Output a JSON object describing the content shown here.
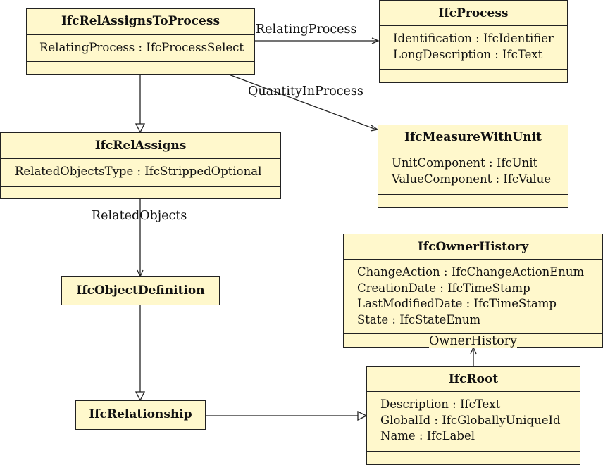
{
  "classes": {
    "rel_assigns_to_process": {
      "name": "IfcRelAssignsToProcess",
      "attributes": [
        "RelatingProcess : IfcProcessSelect"
      ]
    },
    "process": {
      "name": "IfcProcess",
      "attributes": [
        "Identification : IfcIdentifier",
        "LongDescription : IfcText"
      ]
    },
    "measure_with_unit": {
      "name": "IfcMeasureWithUnit",
      "attributes": [
        "UnitComponent : IfcUnit",
        "ValueComponent : IfcValue"
      ]
    },
    "rel_assigns": {
      "name": "IfcRelAssigns",
      "attributes": [
        "RelatedObjectsType : IfcStrippedOptional"
      ]
    },
    "owner_history": {
      "name": "IfcOwnerHistory",
      "attributes": [
        "ChangeAction : IfcChangeActionEnum",
        "CreationDate : IfcTimeStamp",
        "LastModifiedDate : IfcTimeStamp",
        "State : IfcStateEnum"
      ]
    },
    "object_definition": {
      "name": "IfcObjectDefinition"
    },
    "relationship": {
      "name": "IfcRelationship"
    },
    "root": {
      "name": "IfcRoot",
      "attributes": [
        "Description : IfcText",
        "GlobalId : IfcGloballyUniqueId",
        "Name : IfcLabel"
      ]
    }
  },
  "connections": {
    "relating_process": {
      "label": "RelatingProcess",
      "from": "IfcRelAssignsToProcess",
      "to": "IfcProcess",
      "kind": "association"
    },
    "quantity_in_process": {
      "label": "QuantityInProcess",
      "from": "IfcRelAssignsToProcess",
      "to": "IfcMeasureWithUnit",
      "kind": "association"
    },
    "related_objects": {
      "label": "RelatedObjects",
      "from": "IfcRelAssigns",
      "to": "IfcObjectDefinition",
      "kind": "association"
    },
    "owner_history": {
      "label": "OwnerHistory",
      "from": "IfcRoot",
      "to": "IfcOwnerHistory",
      "kind": "association"
    },
    "gen_rel_assigns": {
      "from": "IfcRelAssignsToProcess",
      "to": "IfcRelAssigns",
      "kind": "generalization"
    },
    "gen_relationship": {
      "from": "IfcObjectDefinition",
      "to": "IfcRelationship",
      "kind": "generalization"
    },
    "gen_root": {
      "from": "IfcRelationship",
      "to": "IfcRoot",
      "kind": "generalization"
    }
  },
  "colors": {
    "class_fill": "#fff8cc",
    "stroke": "#222222"
  }
}
